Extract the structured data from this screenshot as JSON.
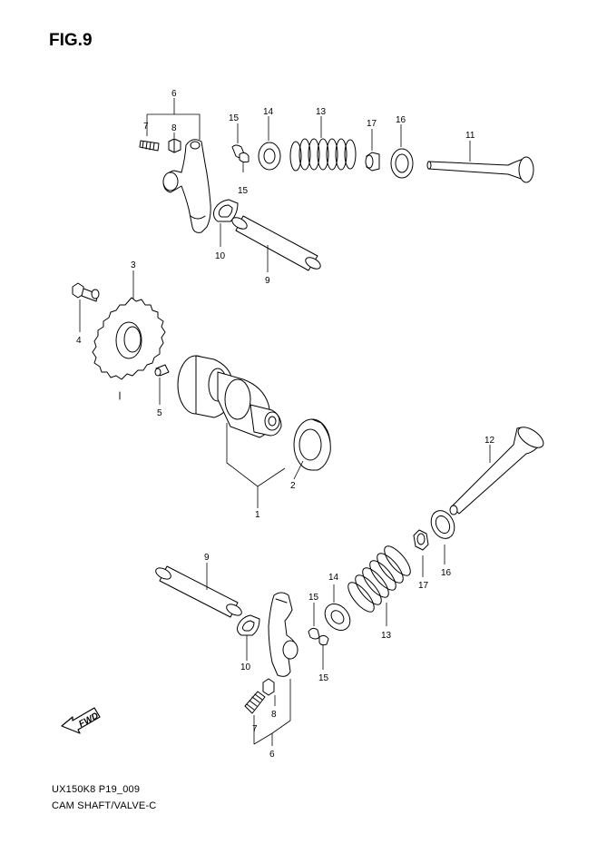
{
  "figure_title": "FIG.9",
  "footer": {
    "code": "UX150K8 P19_009",
    "name": "CAM SHAFT/VALVE-C"
  },
  "fwd_label": "FWD",
  "labels": {
    "p1": "1",
    "p2": "2",
    "p3": "3",
    "p4": "4",
    "p5": "5",
    "p6_top": "6",
    "p6_bottom": "6",
    "p7_top": "7",
    "p7_bottom": "7",
    "p8_top": "8",
    "p8_bottom": "8",
    "p9_top": "9",
    "p9_bottom": "9",
    "p10_top": "10",
    "p10_bottom": "10",
    "p11": "11",
    "p12": "12",
    "p13_top": "13",
    "p13_bottom": "13",
    "p14_top": "14",
    "p14_bottom": "14",
    "p15_top_a": "15",
    "p15_top_b": "15",
    "p15_bottom_a": "15",
    "p15_bottom_b": "15",
    "p16_top": "16",
    "p16_bottom": "16",
    "p17_top": "17",
    "p17_bottom": "17"
  }
}
